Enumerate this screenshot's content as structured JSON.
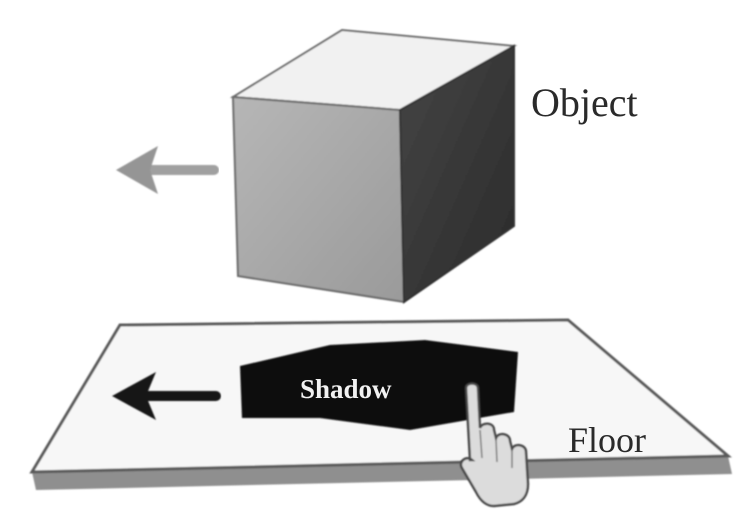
{
  "labels": {
    "object": "Object",
    "shadow": "Shadow",
    "floor": "Floor"
  },
  "colors": {
    "background": "#ffffff",
    "cube_top": "#f1f1f1",
    "cube_front": "#a8a8a8",
    "cube_side": "#3c3c3c",
    "floor_surface": "#f7f7f7",
    "floor_edge": "#9a9a9a",
    "shadow": "#0d0d0d",
    "arrow_light": "#999999",
    "arrow_dark": "#151515",
    "cursor": "#d9d9d9"
  },
  "icons": {
    "object_motion": "arrow-left-icon",
    "shadow_motion": "arrow-left-icon",
    "pointer": "hand-pointer-icon"
  }
}
